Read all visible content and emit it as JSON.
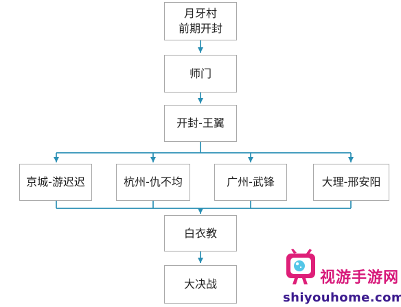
{
  "diagram": {
    "nodes": {
      "yueyacun": {
        "line1": "月牙村",
        "line2": "前期开封"
      },
      "shimen": {
        "label": "师门"
      },
      "kaifeng": {
        "label": "开封-王翼"
      },
      "jingcheng": {
        "label": "京城-游迟迟"
      },
      "hangzhou": {
        "label": "杭州-仇不均"
      },
      "guangzhou": {
        "label": "广州-武锋"
      },
      "dali": {
        "label": "大理-邢安阳"
      },
      "baiyijiao": {
        "label": "白衣教"
      },
      "dajuezhan": {
        "label": "大决战"
      }
    },
    "colors": {
      "connector": "#2a8fb4",
      "border": "#a9a9a9",
      "text": "#222222"
    }
  },
  "watermark": {
    "brand": "视游手游网",
    "domain": "shiyouhome.com",
    "colors": {
      "brand": "#d7197a",
      "domain": "#3d1c8f",
      "icon": "#de1f78"
    },
    "icon": "tv-mascot-icon"
  }
}
